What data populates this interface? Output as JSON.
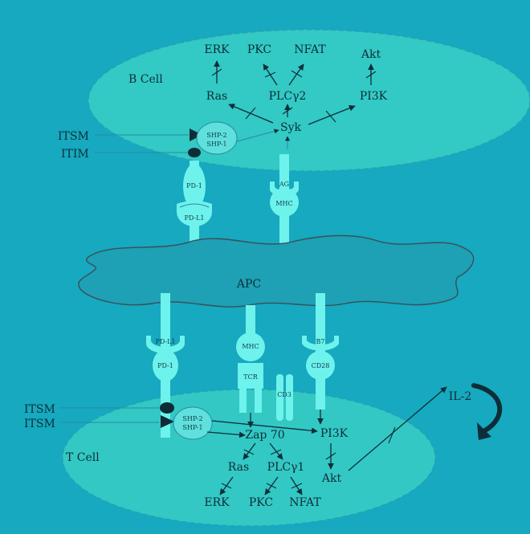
{
  "colors": {
    "background": "#16a9bf",
    "cell": "#3ed4c6",
    "receptor": "#6ef2ec",
    "ink": "#0d2d38"
  },
  "b_cell": {
    "title": "B Cell",
    "erk": "ERK",
    "pkc": "PKC",
    "nfat": "NFAT",
    "akt": "Akt",
    "ras": "Ras",
    "plcg2": "PLCγ2",
    "pi3k": "PI3K",
    "syk": "Syk",
    "shp2": "SHP-2",
    "shp1": "SHP-1",
    "itsm": "ITSM",
    "itim": "ITIM",
    "pd1": "PD-1",
    "pdl1": "PD-L1",
    "mhc": "MHC",
    "ag": "AG"
  },
  "apc": {
    "title": "APC"
  },
  "t_cell": {
    "title": "T Cell",
    "pdl1": "PD-L1",
    "pd1": "PD-1",
    "mhc": "MHC",
    "tcr": "TCR",
    "cd3": "CD3",
    "b7": "B7",
    "cd28": "CD28",
    "itsm_1": "ITSM",
    "itsm_2": "ITSM",
    "shp2": "SHP-2",
    "shp1": "SHP-1",
    "zap70": "Zap 70",
    "pi3k": "PI3K",
    "akt": "Akt",
    "ras": "Ras",
    "plcg1": "PLCγ1",
    "erk": "ERK",
    "pkc": "PKC",
    "nfat": "NFAT",
    "il2": "IL-2"
  }
}
